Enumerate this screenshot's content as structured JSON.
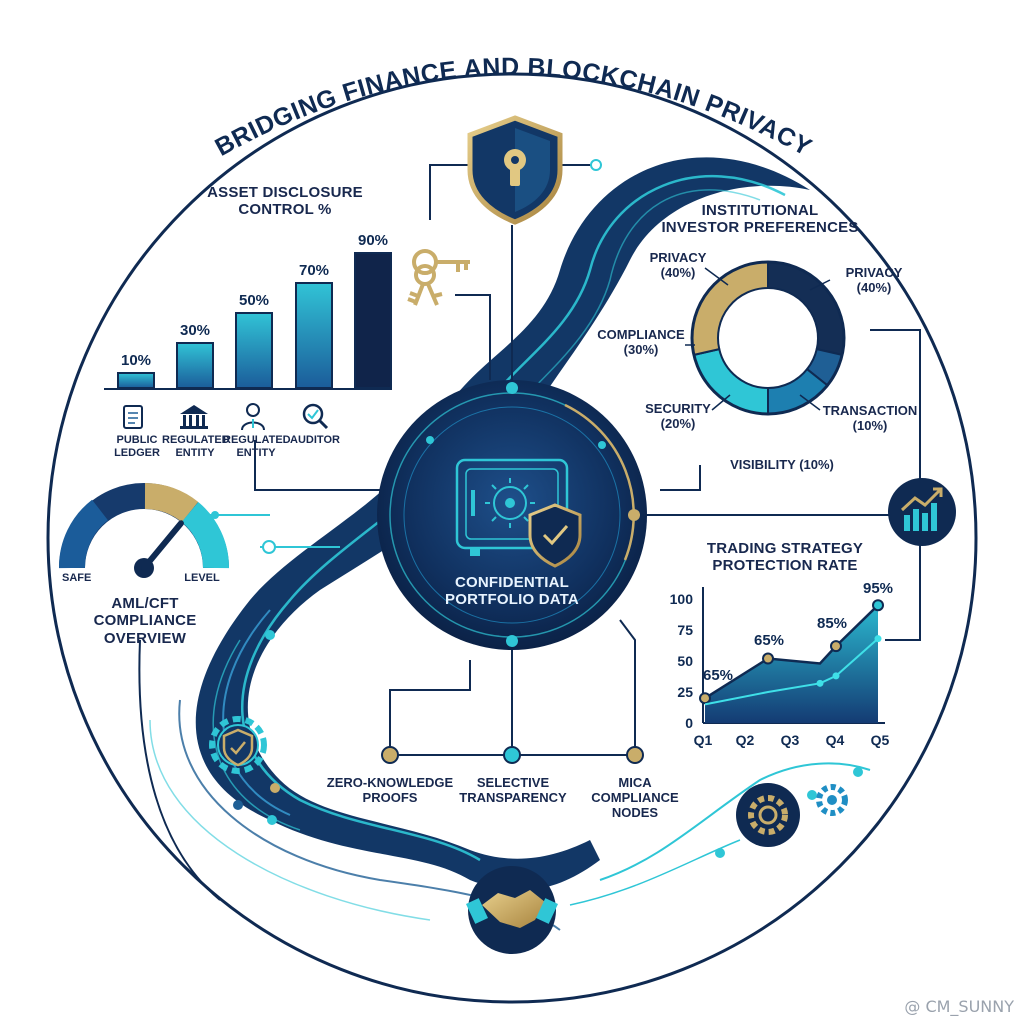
{
  "title": "BRIDGING FINANCE AND BLOCKCHAIN PRIVACY",
  "center": {
    "line1": "CONFIDENTIAL",
    "line2": "PORTFOLIO DATA"
  },
  "disclosure_chart": {
    "title_line1": "ASSET DISCLOSURE",
    "title_line2": "CONTROL %",
    "bars": [
      {
        "value": 10,
        "label": "10%",
        "cat1": "PUBLIC",
        "cat2": "LEDGER",
        "icon": "document-icon"
      },
      {
        "value": 30,
        "label": "30%",
        "cat1": "REGULATED",
        "cat2": "ENTITY",
        "icon": "bank-icon"
      },
      {
        "value": 50,
        "label": "50%",
        "cat1": "REGULATED",
        "cat2": "ENTITY",
        "icon": "person-icon"
      },
      {
        "value": 70,
        "label": "70%",
        "cat1": "AUDITOR",
        "cat2": "",
        "icon": "magnifier-check-icon"
      },
      {
        "value": 90,
        "label": "90%",
        "cat1": "",
        "cat2": "",
        "icon": ""
      }
    ]
  },
  "investor_chart": {
    "title_line1": "INSTITUTIONAL",
    "title_line2": "INVESTOR PREFERENCES",
    "slices": [
      {
        "value": 40,
        "label1": "PRIVACY",
        "label2": "(40%)",
        "color": "#142e55"
      },
      {
        "value": 10,
        "label1": "TRANSACTION",
        "label2": "(10%)",
        "color": "#1f5f95"
      },
      {
        "value": 20,
        "label1": "SECURITY",
        "label2": "(20%)",
        "color": "#1d7fb0"
      },
      {
        "value": 30,
        "label1": "COMPLIANCE",
        "label2": "(30%)",
        "color": "#2fc6d6"
      },
      {
        "value": 40,
        "label1": "PRIVACY",
        "label2": "(40%)",
        "color": "#c9ad6a"
      }
    ],
    "visibility_label": "VISIBILITY (10%)"
  },
  "gauge": {
    "safe": "SAFE",
    "level": "LEVEL",
    "title_line1": "AML/CFT",
    "title_line2": "COMPLIANCE",
    "title_line3": "OVERVIEW",
    "value": 0.72
  },
  "strategy_chart": {
    "title_line1": "TRADING STRATEGY",
    "title_line2": "PROTECTION RATE",
    "categories": [
      "Q1",
      "Q2",
      "Q3",
      "Q4",
      "Q5"
    ],
    "y_ticks": [
      "0",
      "25",
      "50",
      "75",
      "100"
    ],
    "ylim": [
      0,
      100
    ],
    "series": [
      {
        "values": [
          20,
          52,
          48,
          62,
          95
        ]
      },
      {
        "values": [
          15,
          25,
          32,
          38,
          68
        ]
      }
    ],
    "point_labels": [
      "65%",
      "65%",
      "85%",
      "95%"
    ]
  },
  "nodes": [
    {
      "line1": "ZERO-KNOWLEDGE",
      "line2": "PROOFS"
    },
    {
      "line1": "SELECTIVE",
      "line2": "TRANSPARENCY"
    },
    {
      "line1": "MICA",
      "line2": "COMPLIANCE",
      "line3": "NODES"
    }
  ],
  "watermark": "@ CM_SUNNY",
  "colors": {
    "navy": "#0f2a52",
    "blue": "#1f5f95",
    "teal": "#2fc6d6",
    "gold": "#c9ad6a"
  }
}
